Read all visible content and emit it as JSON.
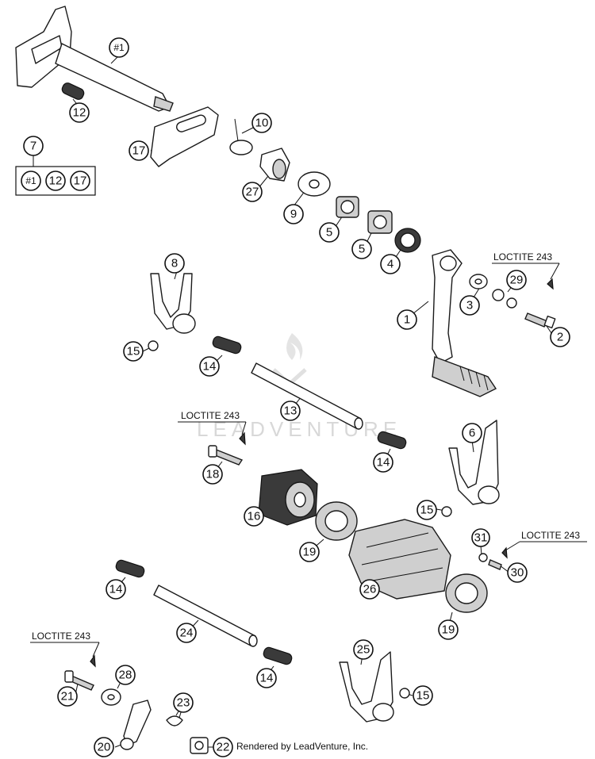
{
  "watermark_text": "LEADVENTURE",
  "credit_text": "Rendered by LeadVenture, Inc.",
  "loctite_label": "LOCTITE 243",
  "callouts": {
    "c1": "#1",
    "c12a": "12",
    "c17a": "17",
    "c7": "7",
    "kit1": "#1",
    "kit12": "12",
    "kit17": "17",
    "c10": "10",
    "c27": "27",
    "c9": "9",
    "c5a": "5",
    "c5b": "5",
    "c4": "4",
    "c8": "8",
    "c29": "29",
    "c3": "3",
    "c1b": "1",
    "c2": "2",
    "c15a": "15",
    "c14a": "14",
    "c13": "13",
    "c18": "18",
    "c14b": "14",
    "c6": "6",
    "c15b": "15",
    "c16": "16",
    "c19a": "19",
    "c31": "31",
    "c30": "30",
    "c26": "26",
    "c14c": "14",
    "c24": "24",
    "c19b": "19",
    "c25": "25",
    "c21": "21",
    "c28": "28",
    "c14d": "14",
    "c15c": "15",
    "c23": "23",
    "c20": "20",
    "c22": "22"
  }
}
